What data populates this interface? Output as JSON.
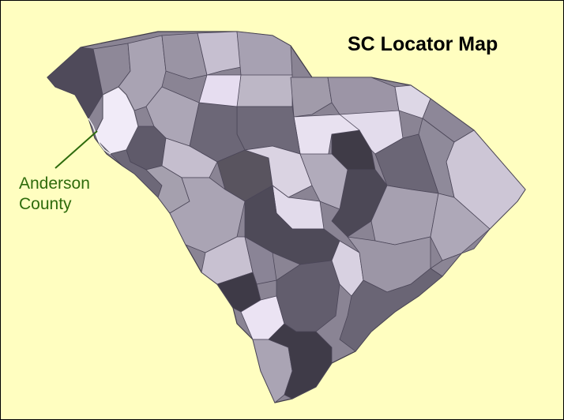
{
  "map": {
    "title": "SC Locator Map",
    "background_color": "#fffec0",
    "highlight_color": "#5b5766",
    "callout_color": "#2e6b0c",
    "callout": {
      "line1": "Anderson",
      "line2": "County"
    }
  }
}
